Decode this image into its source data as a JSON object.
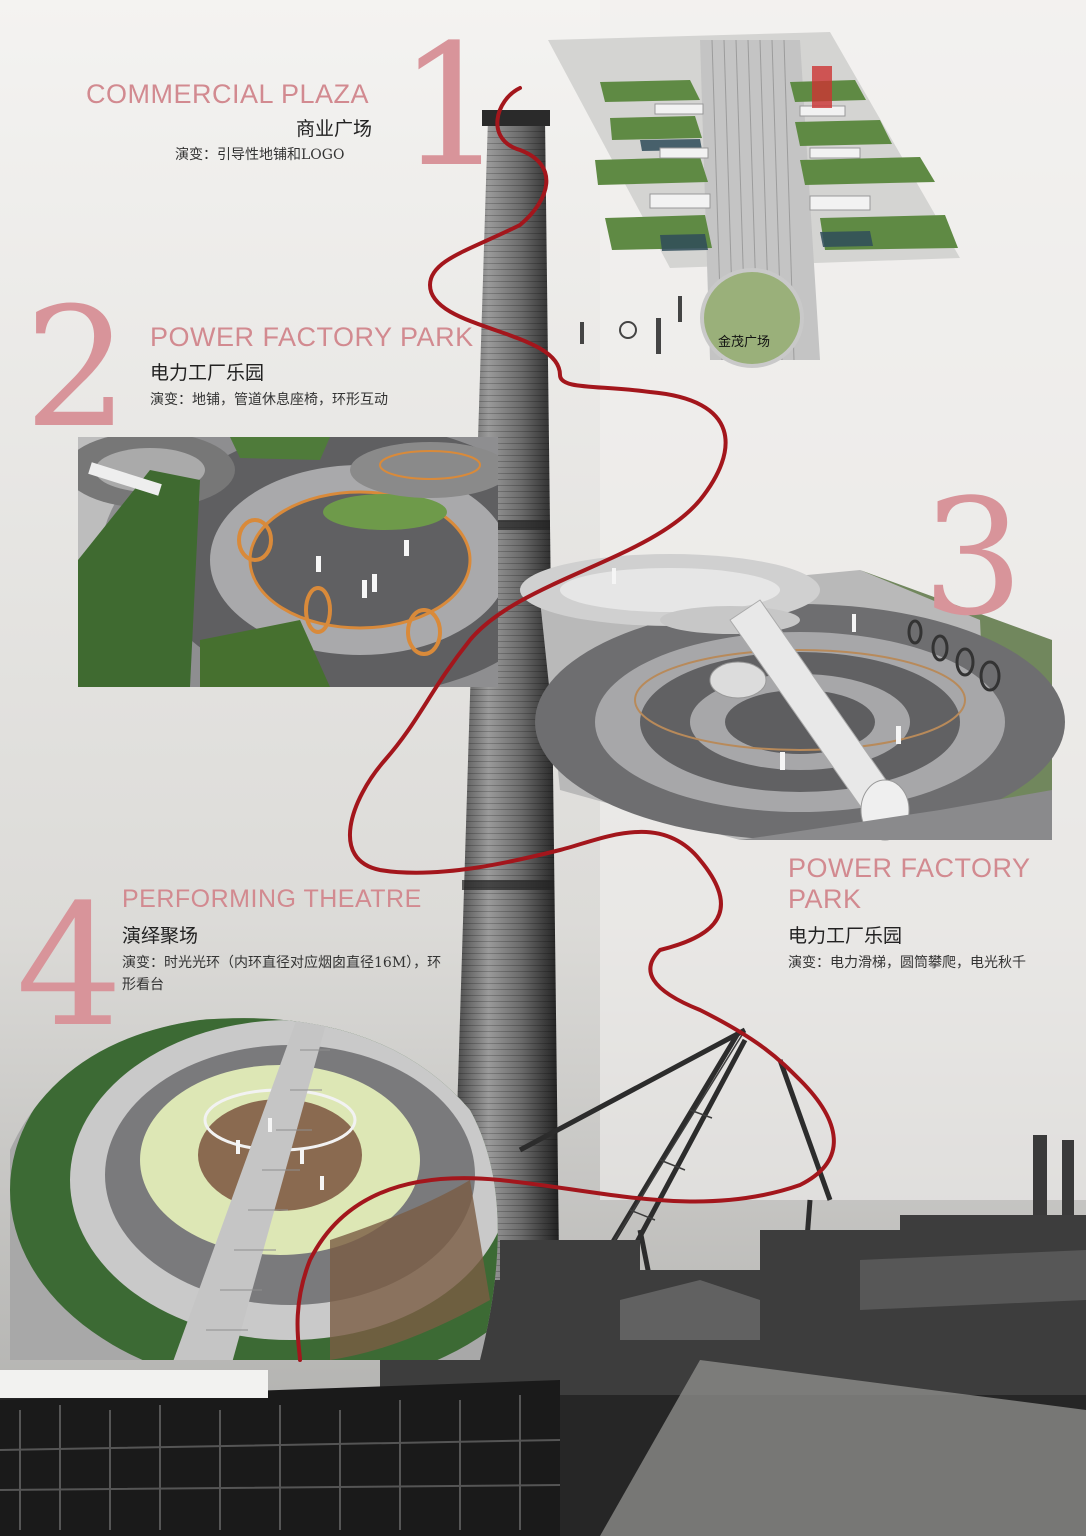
{
  "sections": [
    {
      "num": "1",
      "title_en": "COMMERCIAL PLAZA",
      "title_cn": "商业广场",
      "desc": "演变：引导性地铺和LOGO"
    },
    {
      "num": "2",
      "title_en": "POWER FACTORY PARK",
      "title_cn": "电力工厂乐园",
      "desc": "演变：地铺，管道休息座椅，环形互动"
    },
    {
      "num": "3",
      "title_en": "POWER FACTORY PARK",
      "title_cn": "电力工厂乐园",
      "desc": "演变：电力滑梯，圆筒攀爬，电光秋千"
    },
    {
      "num": "4",
      "title_en": "PERFORMING THEATRE",
      "title_cn": "演绎聚场",
      "desc": "演变：时光光环（内环直径对应烟囱直径16M），环形看台"
    }
  ],
  "plaza_logo_text": "金茂广场",
  "colors": {
    "accent": "#d8949a",
    "path": "#a3161c",
    "grass": "#4e7a3c",
    "pave": "#6d6d6f"
  }
}
